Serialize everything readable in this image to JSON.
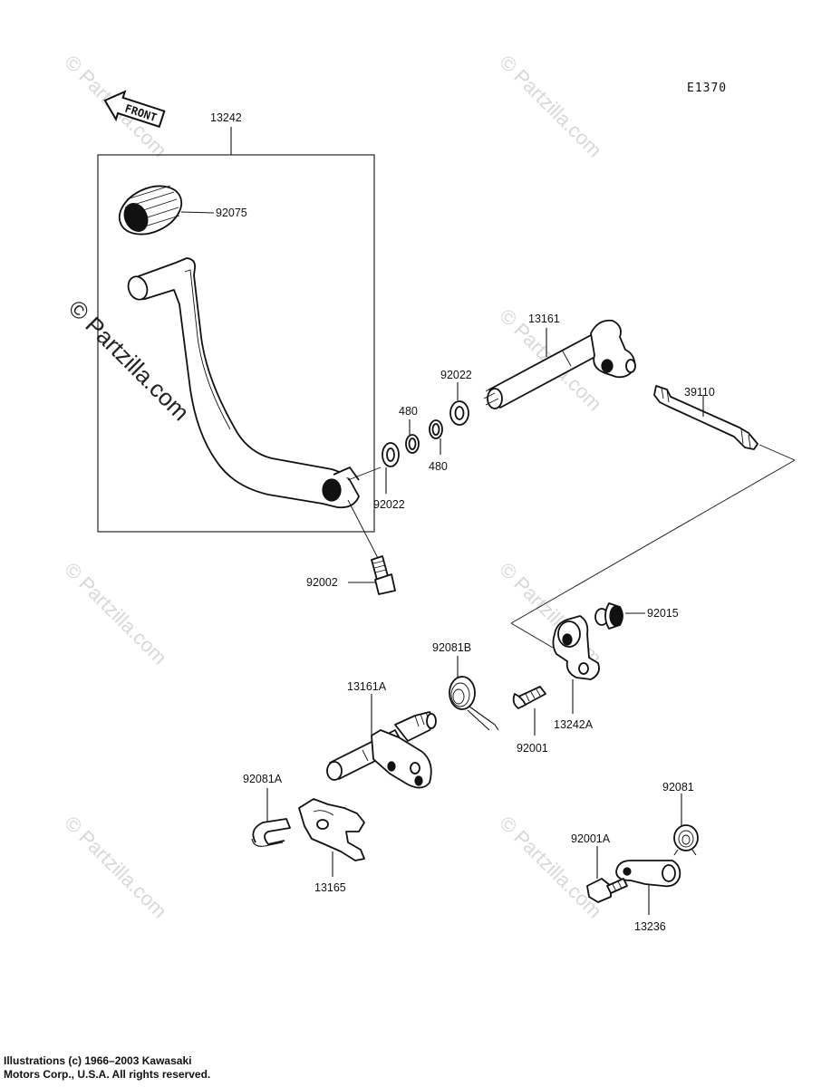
{
  "diagram_code": "E1370",
  "front_label": "FRONT",
  "watermark": "© Partzilla.com",
  "copyright": "Illustrations (c) 1966–2003 Kawasaki\nMotors Corp., U.S.A.  All rights reserved.",
  "callouts": {
    "p13242": "13242",
    "p92075": "92075",
    "p13161": "13161",
    "p39110": "39110",
    "p92022a": "92022",
    "p480a": "480",
    "p480b": "480",
    "p92022b": "92022",
    "p92002": "92002",
    "p92015": "92015",
    "p92081B": "92081B",
    "p13161A": "13161A",
    "p92001": "92001",
    "p13242A": "13242A",
    "p92081A": "92081A",
    "p13165": "13165",
    "p92081": "92081",
    "p92001A": "92001A",
    "p13236": "13236"
  }
}
